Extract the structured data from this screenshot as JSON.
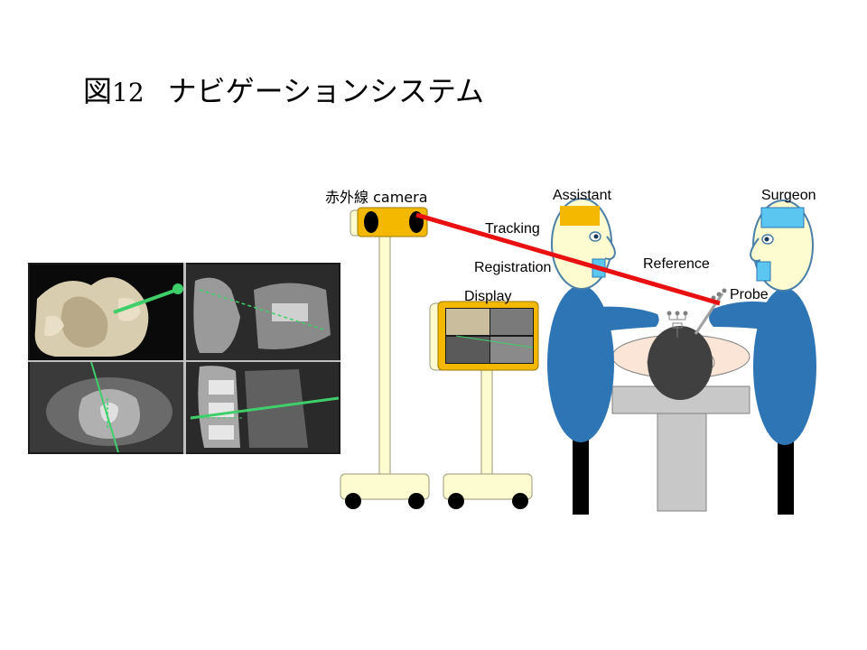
{
  "title": {
    "prefix": "図",
    "number": "12",
    "text": "ナビゲーションシステム"
  },
  "labels": {
    "camera_jp": "赤外線",
    "camera": "camera",
    "assistant": "Assistant",
    "surgeon": "Surgeon",
    "tracking": "Tracking",
    "registration": "Registration",
    "reference": "Reference",
    "display": "Display",
    "probe": "Probe"
  },
  "colors": {
    "camera_body": "#f5b800",
    "stand": "#fdfbd0",
    "tracking_line": "#e81010",
    "person_body": "#2e75b6",
    "face": "#fdfbd0",
    "assistant_cap": "#f5b800",
    "surgeon_cap": "#5bc6f0",
    "table": "#c8c8c8",
    "drape": "#fbe5d6",
    "patient_head": "#404040"
  },
  "icons": [
    "ct-navigation-screenshot",
    "infrared-camera",
    "display-monitor",
    "assistant-figure",
    "surgeon-figure",
    "patient-figure",
    "probe-tool",
    "reference-marker"
  ]
}
